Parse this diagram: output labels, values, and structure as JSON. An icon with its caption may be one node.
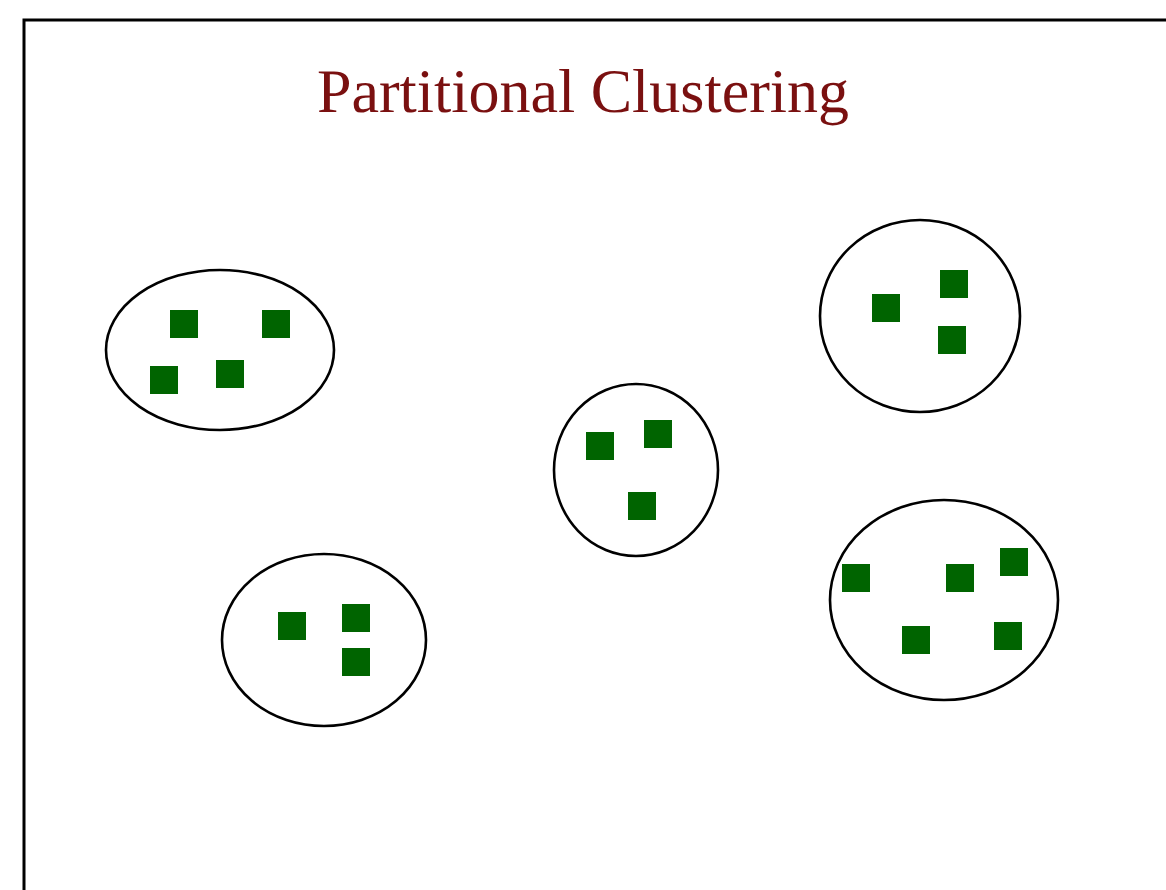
{
  "diagram": {
    "title": "Partitional Clustering",
    "nodes": [
      {
        "text": [],
        "shape": "ellipse"
      },
      {
        "text": [],
        "shape": "box",
        "in": 0
      },
      {
        "text": [],
        "shape": "box",
        "in": 0
      },
      {
        "text": [],
        "shape": "box",
        "in": 0
      },
      {
        "text": [],
        "shape": "box",
        "in": 0
      },
      {
        "text": [],
        "shape": "ellipse"
      },
      {
        "text": [],
        "shape": "box",
        "in": 5
      },
      {
        "text": [],
        "shape": "box",
        "in": 5
      },
      {
        "text": [],
        "shape": "box",
        "in": 5
      },
      {
        "text": [],
        "shape": "ellipse"
      },
      {
        "text": [],
        "shape": "box",
        "in": 9
      },
      {
        "text": [],
        "shape": "box",
        "in": 9
      },
      {
        "text": [],
        "shape": "box",
        "in": 9
      },
      {
        "text": [],
        "shape": "ellipse"
      },
      {
        "text": [],
        "shape": "box",
        "in": 13
      },
      {
        "text": [],
        "shape": "box",
        "in": 13
      },
      {
        "text": [],
        "shape": "box",
        "in": 13
      },
      {
        "text": [],
        "shape": "ellipse"
      },
      {
        "text": [],
        "shape": "box",
        "in": 17
      },
      {
        "text": [],
        "shape": "box",
        "in": 17
      },
      {
        "text": [],
        "shape": "box",
        "in": 17
      },
      {
        "text": [],
        "shape": "box",
        "in": 17
      },
      {
        "text": [],
        "shape": "box",
        "in": 17
      }
    ]
  }
}
